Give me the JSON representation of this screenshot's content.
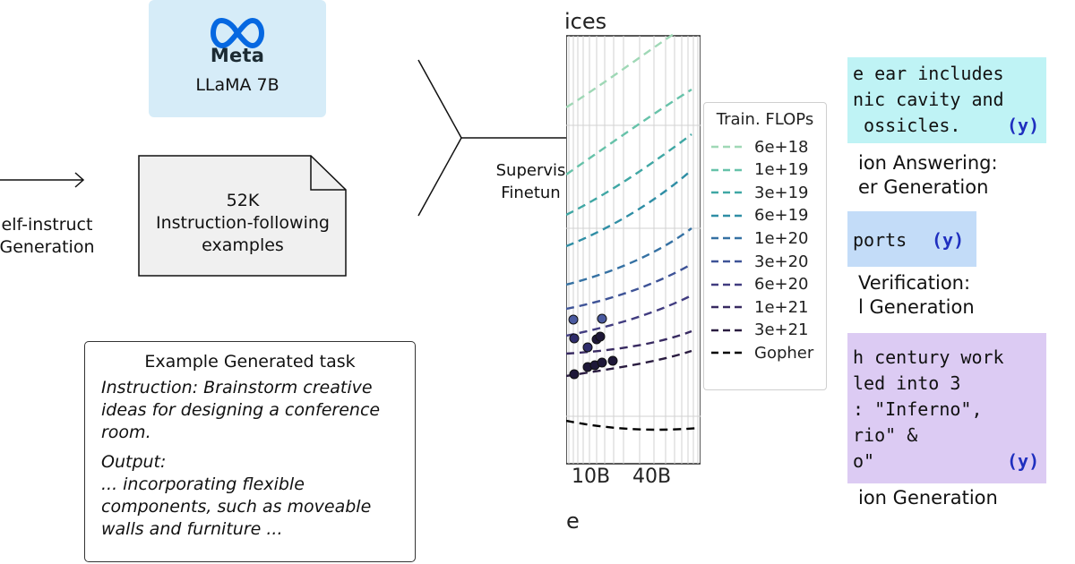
{
  "llama": {
    "brand": "Meta",
    "model": "LLaMA 7B",
    "box_color": "#d6ecf8"
  },
  "self_instruct": {
    "line1": "elf-instruct",
    "line2": "Generation"
  },
  "dataset": {
    "line1": "52K",
    "line2": "Instruction-following",
    "line3": "examples"
  },
  "example_task": {
    "title": "Example Generated task",
    "instruction": "Instruction: Brainstorm creative ideas for designing a conference room.",
    "output_label": "Output:",
    "output_text": "... incorporating flexible components, such as moveable walls and furniture ..."
  },
  "sft": {
    "line1": "Supervis",
    "line2": "Finetun"
  },
  "chart_data": {
    "type": "line",
    "title": "ices",
    "xlabel": "e",
    "x_ticks": [
      "10B",
      "40B"
    ],
    "legend": {
      "title": "Train. FLOPs",
      "entries": [
        "6e+18",
        "1e+19",
        "3e+19",
        "6e+19",
        "1e+20",
        "3e+20",
        "6e+20",
        "1e+21",
        "3e+21",
        "Gopher"
      ],
      "colors": [
        "#9fd8b6",
        "#66c2a9",
        "#3fa7a4",
        "#2f8ea5",
        "#3571a3",
        "#3e5397",
        "#413c80",
        "#382a61",
        "#2a1c40",
        "#000000"
      ]
    },
    "grid": true
  },
  "qa_panel": {
    "block_a": {
      "lines": [
        "e ear includes",
        "nic cavity and",
        " ossicles."
      ],
      "tag": "(y)",
      "color": "#bff3f5"
    },
    "caption_a": {
      "line1": "ion Answering:",
      "line2": "er Generation"
    },
    "block_b": {
      "line": "ports",
      "tag": "(y)",
      "color": "#c3dcf8"
    },
    "caption_b": {
      "line1": " Verification:",
      "line2": "l Generation"
    },
    "block_c": {
      "lines": [
        "h century work",
        "led into 3",
        ": \"Inferno\",",
        "rio\" &",
        "o\""
      ],
      "tag": "(y)",
      "color": "#dccbf3"
    },
    "caption_c": {
      "line1": "ion Generation"
    }
  }
}
